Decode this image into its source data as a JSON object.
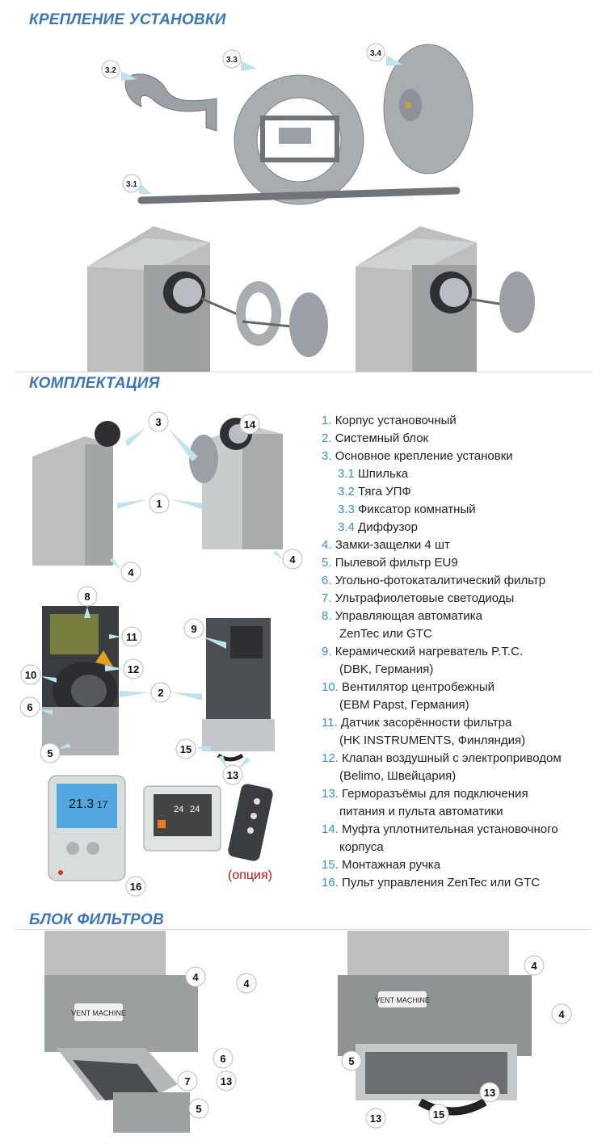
{
  "colors": {
    "heading": "#3a77b8",
    "number": "#3a8fc7",
    "option": "#c0171c",
    "callout": "#bfe2ef"
  },
  "sections": {
    "mounting": "КРЕПЛЕНИЕ УСТАНОВКИ",
    "kit": "КОМПЛЕКТАЦИЯ",
    "filters": "БЛОК ФИЛЬТРОВ"
  },
  "mounting_labels": [
    "3.2",
    "3.3",
    "3.4",
    "3.1"
  ],
  "kit_callouts": [
    "3",
    "14",
    "1",
    "4",
    "4",
    "8",
    "11",
    "9",
    "10",
    "12",
    "2",
    "6",
    "5",
    "15",
    "13",
    "16"
  ],
  "filter_callouts": [
    "4",
    "4",
    "6",
    "7",
    "13",
    "5",
    "4",
    "4",
    "5",
    "13",
    "13",
    "15"
  ],
  "kit_list": [
    {
      "n": "1.",
      "t": "Корпус установочный"
    },
    {
      "n": "2.",
      "t": "Системный блок"
    },
    {
      "n": "3.",
      "t": "Основное крепление установки"
    },
    {
      "n": "3.1",
      "t": "Шпилька",
      "sub": true
    },
    {
      "n": "3.2",
      "t": "Тяга УПФ",
      "sub": true
    },
    {
      "n": "3.3",
      "t": "Фиксатор комнатный",
      "sub": true
    },
    {
      "n": "3.4",
      "t": "Диффузор",
      "sub": true
    },
    {
      "n": "4.",
      "t": "Замки-защелки 4 шт"
    },
    {
      "n": "5.",
      "t": "Пылевой фильтр EU9"
    },
    {
      "n": "6.",
      "t": "Угольно-фотокаталитический фильтр"
    },
    {
      "n": "7.",
      "t": "Ультрафиолетовые светодиоды"
    },
    {
      "n": "8.",
      "t": "Управляющая автоматика"
    },
    {
      "n": "",
      "t": "ZenTec или GTC",
      "cont": true
    },
    {
      "n": "9.",
      "t": "Керамический нагреватель P.T.C."
    },
    {
      "n": "",
      "t": "(DBK, Германия)",
      "cont": true
    },
    {
      "n": "10.",
      "t": "Вентилятор центробежный"
    },
    {
      "n": "",
      "t": "(EBM Papst, Германия)",
      "cont": true
    },
    {
      "n": "11.",
      "t": "Датчик засорённости фильтра"
    },
    {
      "n": "",
      "t": "(HK INSTRUMENTS, Финляндия)",
      "cont": true
    },
    {
      "n": "12.",
      "t": "Клапан воздушный с электроприводом"
    },
    {
      "n": "",
      "t": "(Belimo, Швейцария)",
      "cont": true
    },
    {
      "n": "13.",
      "t": "Гермоpазъёмы для подключения"
    },
    {
      "n": "",
      "t": "питания и пульта автоматики",
      "cont": true
    },
    {
      "n": "14.",
      "t": "Муфта уплотнительная установочного"
    },
    {
      "n": "",
      "t": "корпуса",
      "cont": true
    },
    {
      "n": "15.",
      "t": "Монтажная ручка"
    },
    {
      "n": "16.",
      "t": "Пульт управления ZenTec или GTC"
    }
  ],
  "option_text": "(опция)",
  "display": {
    "temp1": "21.3",
    "temp2": "17",
    "temp3": "24",
    "temp4": "24",
    "brand": "VENT MACHINE"
  }
}
